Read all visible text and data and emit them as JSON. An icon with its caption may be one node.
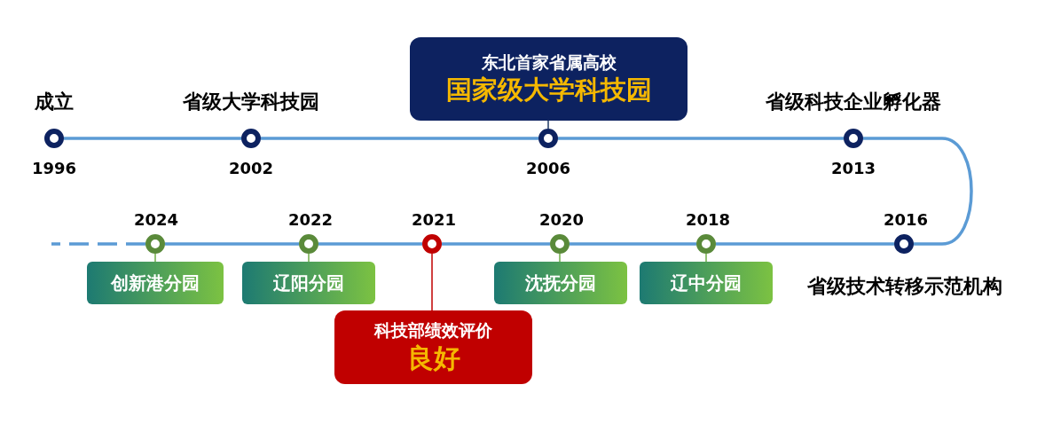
{
  "diagram": {
    "nodes": [
      {
        "text": [],
        "shape": "circle",
        "beside": [
          "成立",
          "1996"
        ]
      },
      {
        "text": [],
        "shape": "circle",
        "beside": [
          "省级大学科技园",
          "2002"
        ]
      },
      {
        "text": [
          "东北首家省属高校",
          "国家级大学科技园"
        ]
      },
      {
        "text": [],
        "shape": "circle",
        "beside": [
          "2006"
        ]
      },
      {
        "text": [],
        "shape": "circle",
        "beside": [
          "省级科技企业孵化器",
          "2013"
        ]
      },
      {
        "text": [],
        "shape": "circle",
        "beside": [
          "2016",
          "省级技术转移示范机构"
        ]
      },
      {
        "text": [],
        "shape": "circle",
        "beside": [
          "2018"
        ]
      },
      {
        "text": [
          "辽中分园"
        ]
      },
      {
        "text": [],
        "shape": "circle",
        "beside": [
          "2020"
        ]
      },
      {
        "text": [
          "沈抚分园"
        ]
      },
      {
        "text": [],
        "shape": "circle",
        "beside": [
          "2021"
        ]
      },
      {
        "text": [
          "科技部绩效评价",
          "良好"
        ]
      },
      {
        "text": [],
        "shape": "circle",
        "beside": [
          "2022"
        ]
      },
      {
        "text": [
          "辽阳分园"
        ]
      },
      {
        "text": [],
        "shape": "circle",
        "beside": [
          "2024"
        ]
      },
      {
        "text": [
          "创新港分园"
        ]
      }
    ],
    "edges": [
      {
        "from": 0,
        "to": 1,
        "arrow": "none"
      },
      {
        "from": 1,
        "to": 3,
        "arrow": "none"
      },
      {
        "from": 3,
        "to": 4,
        "arrow": "none"
      },
      {
        "from": 4,
        "to": 5,
        "arrow": "none"
      },
      {
        "from": 5,
        "to": 6,
        "arrow": "none"
      },
      {
        "from": 6,
        "to": 8,
        "arrow": "none"
      },
      {
        "from": 8,
        "to": 10,
        "arrow": "none"
      },
      {
        "from": 10,
        "to": 12,
        "arrow": "none"
      },
      {
        "from": 12,
        "to": 14,
        "arrow": "none"
      },
      {
        "from": 14,
        "to": null,
        "arrow": "none",
        "style": "dashed"
      },
      {
        "from": 3,
        "to": 2,
        "arrow": "none",
        "color": "#1f3864"
      },
      {
        "from": 6,
        "to": 7,
        "arrow": "none",
        "color": "#70ad47"
      },
      {
        "from": 8,
        "to": 9,
        "arrow": "none",
        "color": "#70ad47"
      },
      {
        "from": 10,
        "to": 11,
        "arrow": "none",
        "color": "#c00000"
      },
      {
        "from": 12,
        "to": 13,
        "arrow": "none",
        "color": "#70ad47"
      },
      {
        "from": 14,
        "to": 15,
        "arrow": "none",
        "color": "#70ad47"
      }
    ]
  }
}
